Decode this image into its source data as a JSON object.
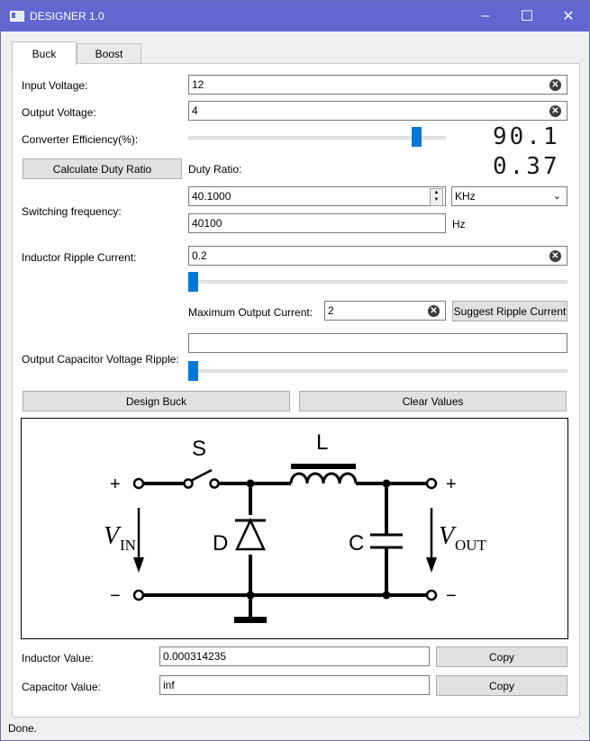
{
  "window": {
    "title": "DESIGNER 1.0"
  },
  "tabs": [
    {
      "label": "Buck"
    },
    {
      "label": "Boost"
    }
  ],
  "form": {
    "input_voltage": {
      "label": "Input Voltage:",
      "value": "12"
    },
    "output_voltage": {
      "label": "Output Voltage:",
      "value": "4"
    },
    "efficiency": {
      "label": "Converter Efficiency(%):",
      "display": "90.1",
      "slider_fraction": 0.9
    },
    "duty": {
      "button": "Calculate Duty Ratio",
      "label": "Duty Ratio:",
      "display": "0.37"
    },
    "switching": {
      "label": "Switching frequency:",
      "value": "40.1000",
      "unit_select": "KHz",
      "hz_value": "40100",
      "hz_unit": "Hz"
    },
    "ripple": {
      "label": "Inductor Ripple Current:",
      "value": "0.2",
      "slider_fraction": 0.0
    },
    "max_current": {
      "label": "Maximum Output Current:",
      "value": "2",
      "suggest_button": "Suggest Ripple Current"
    },
    "cap_ripple": {
      "label": "Output Capacitor Voltage Ripple:",
      "value": "",
      "slider_fraction": 0.0
    }
  },
  "actions": {
    "design": "Design Buck",
    "clear": "Clear Values"
  },
  "diagram": {
    "switch": "S",
    "inductor": "L",
    "diode": "D",
    "capacitor": "C",
    "vin": "V",
    "vin_sub": "IN",
    "vout": "V",
    "vout_sub": "OUT",
    "plus": "+",
    "minus": "−"
  },
  "results": {
    "inductor": {
      "label": "Inductor Value:",
      "value": "0.000314235",
      "copy": "Copy"
    },
    "capacitor": {
      "label": "Capacitor Value:",
      "value": "inf",
      "copy": "Copy"
    }
  },
  "status": {
    "text": "Done."
  },
  "colors": {
    "titlebar": "#6166d0",
    "accent": "#0078d7"
  }
}
